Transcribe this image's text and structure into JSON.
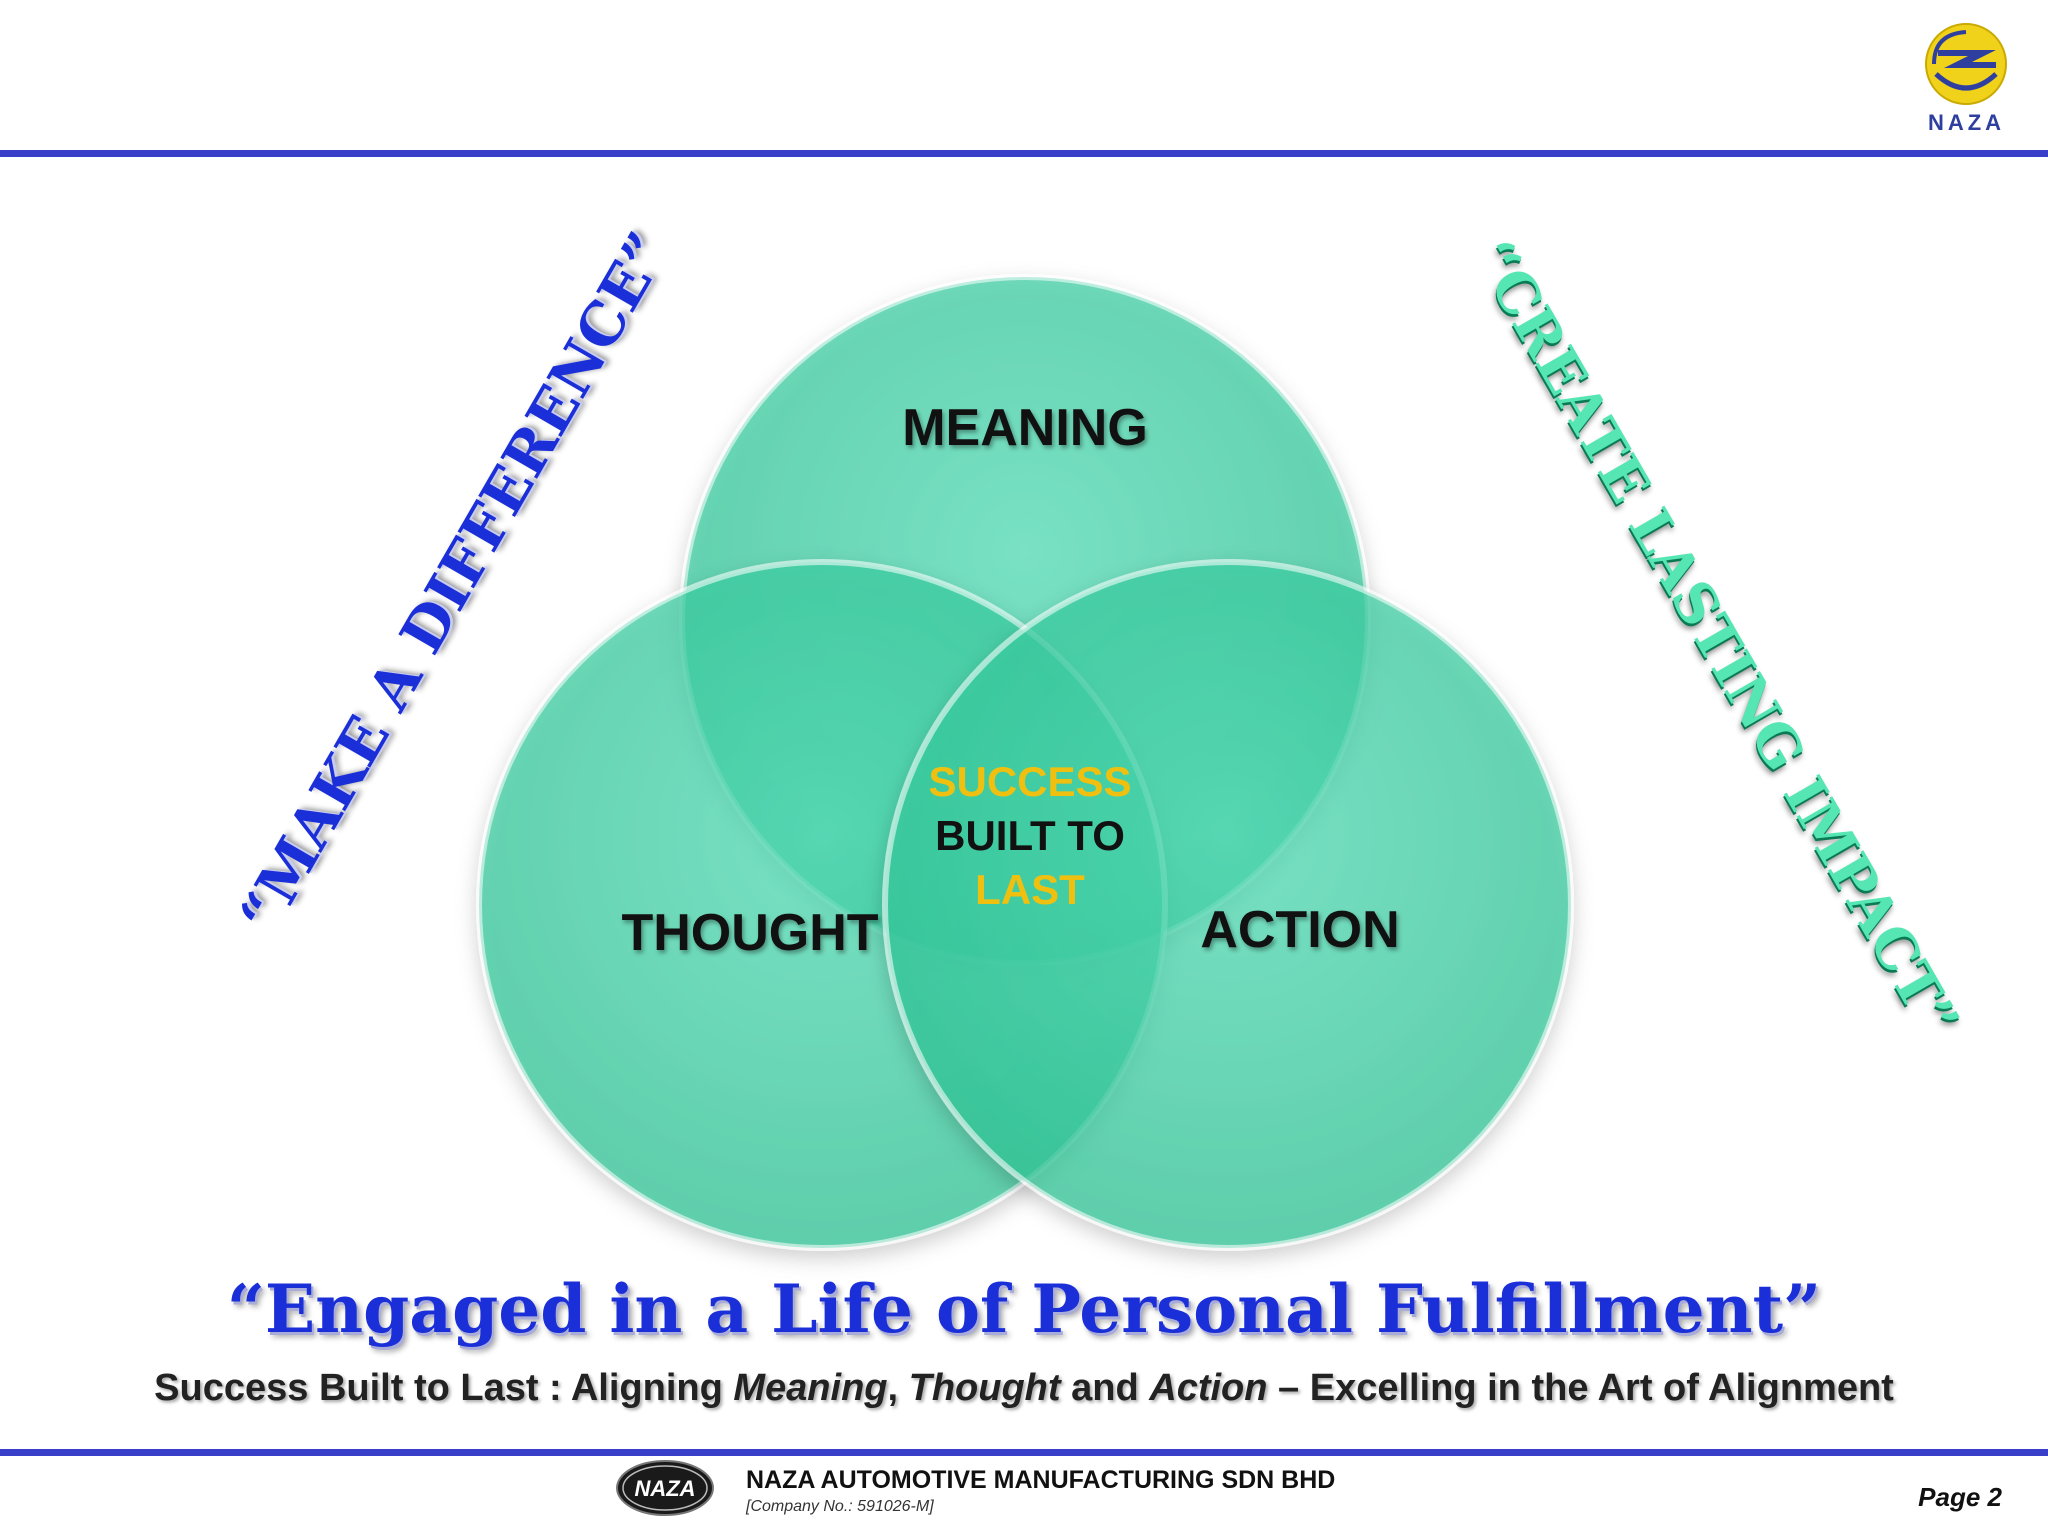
{
  "header": {
    "logo_text": "NAZA"
  },
  "diagram": {
    "circles": [
      {
        "id": "meaning",
        "label": "MEANING"
      },
      {
        "id": "thought",
        "label": "THOUGHT"
      },
      {
        "id": "action",
        "label": "ACTION"
      }
    ],
    "center": {
      "line1": "SUCCESS",
      "line2": "BUILT TO",
      "line3": "LAST",
      "accent_color": "#f0c010"
    },
    "circle_color": "#3fd3a7"
  },
  "slogans": {
    "left": "“MAKE A DIFFERENCE”",
    "right": "“CREATE LASTING IMPACT”"
  },
  "tagline": "“Engaged in a Life of Personal Fulfillment”",
  "subtitle": {
    "prefix": "Success Built to Last : Aligning ",
    "meaning": "Meaning",
    "comma": ", ",
    "thought": "Thought",
    "and": " and ",
    "action": "Action",
    "suffix": " – Excelling in the Art of Alignment"
  },
  "footer": {
    "logo_text": "NAZA",
    "company_name": "NAZA AUTOMOTIVE MANUFACTURING SDN BHD",
    "company_no": "[Company No.: 591026-M]",
    "page": "Page 2"
  },
  "colors": {
    "brand_blue": "#3a3fc9",
    "slogan_blue": "#1b2fd8",
    "slogan_green": "#55e6b3"
  }
}
